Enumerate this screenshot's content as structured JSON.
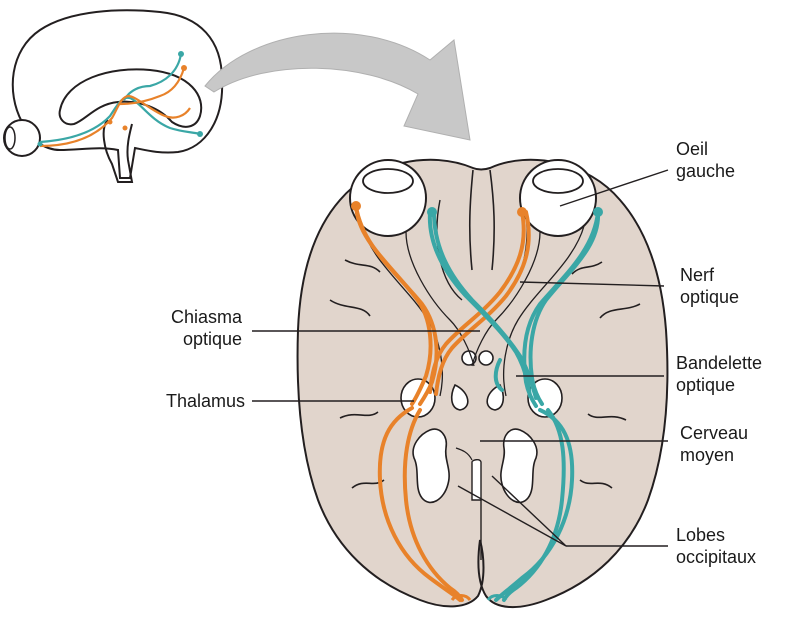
{
  "colors": {
    "brain_fill": "#e1d5cc",
    "outline": "#231f20",
    "orange_pathway": "#e8822a",
    "teal_pathway": "#3aa7a6",
    "arrow_gray": "#c8c8c8"
  },
  "labels": {
    "oeil_gauche": [
      "Oeil",
      "gauche"
    ],
    "nerf_optique": [
      "Nerf",
      "optique"
    ],
    "chiasma_optique": [
      "Chiasma",
      "optique"
    ],
    "bandelette_optique": [
      "Bandelette",
      "optique"
    ],
    "thalamus": [
      "Thalamus"
    ],
    "cerveau_moyen": [
      "Cerveau",
      "moyen"
    ],
    "lobes_occipitaux": [
      "Lobes",
      "occipitaux"
    ]
  }
}
